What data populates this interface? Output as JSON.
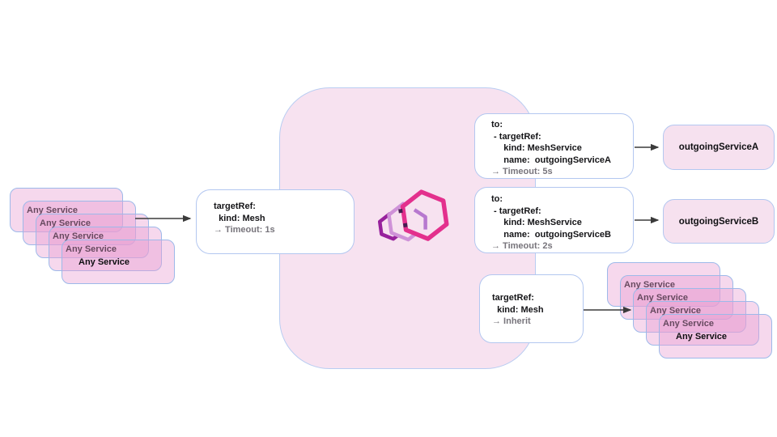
{
  "diagram": {
    "title_hint": "mesh-timeout-policy-diagram",
    "logo_icon": "kuma-mesh-cubes-logo"
  },
  "colors": {
    "panel_pink": "#f7e2f0",
    "stack_pink": "rgba(233,157,209,0.40)",
    "card_border_blue": "#b3c7f0",
    "logo_magenta": "#e3308d",
    "logo_lavender": "#cf92d8",
    "logo_purple": "#97219c",
    "logo_inner_edge": "#b778cf",
    "muted_text": "#77747b",
    "arrow": "#3b3b3b"
  },
  "stacks": {
    "left": {
      "cards": [
        "Any Service",
        "Any Service",
        "Any Service",
        "Any Service",
        "Any Service"
      ]
    },
    "right": {
      "cards": [
        "Any Service",
        "Any Service",
        "Any Service",
        "Any Service",
        "Any Service"
      ]
    }
  },
  "cards": {
    "inbound": {
      "line1": "targetRef:",
      "line2": "  kind: Mesh",
      "result": "→ Timeout: 1s"
    },
    "to_a": {
      "line1": "to:",
      "line2": " - targetRef:",
      "line3": "     kind: MeshService",
      "line4": "     name:  outgoingServiceA",
      "result": "→ Timeout: 5s"
    },
    "to_b": {
      "line1": "to:",
      "line2": " - targetRef:",
      "line3": "     kind: MeshService",
      "line4": "     name:  outgoingServiceB",
      "result": "→ Timeout: 2s"
    },
    "inherit": {
      "line1": "targetRef:",
      "line2": "  kind: Mesh",
      "result": "→ Inherit"
    }
  },
  "services": {
    "a": "outgoingServiceA",
    "b": "outgoingServiceB"
  }
}
